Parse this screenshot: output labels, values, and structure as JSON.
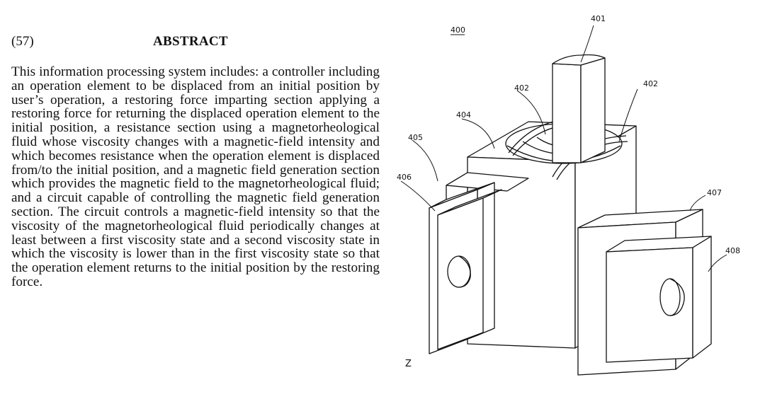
{
  "abstract": {
    "number": "(57)",
    "title": "ABSTRACT",
    "text": "This information processing system includes: a controller including an operation element to be displaced from an initial position by user’s operation, a restoring force imparting section applying a restoring force for returning the displaced operation element to the initial position, a resistance section using a magnetorheological fluid whose viscosity changes with a magnetic-field intensity and which becomes resistance when the operation element is displaced from/to the initial position, and a magnetic field generation section which provides the magnetic field to the magnetorheological fluid; and a circuit capable of controlling the magnetic field generation section. The circuit controls a magnetic-field intensity so that the viscosity of the magnetorheological fluid periodically changes at least between a first viscosity state and a second viscosity state in which the viscosity is lower than in the first viscosity state so that the operation element returns to the initial position by the restoring force."
  },
  "figure": {
    "ref_400": "400",
    "ref_401": "401",
    "ref_402a": "402",
    "ref_402b": "402",
    "ref_404": "404",
    "ref_405": "405",
    "ref_406": "406",
    "ref_407": "407",
    "ref_408": "408",
    "axis": "Z"
  }
}
